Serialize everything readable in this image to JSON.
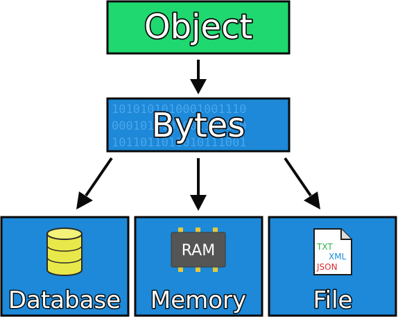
{
  "nodes": {
    "object": {
      "label": "Object"
    },
    "bytes": {
      "label": "Bytes",
      "binary_rows": [
        "1010101010001001110",
        "0001010101001110100",
        "1011011011010111001"
      ]
    },
    "database": {
      "label": "Database"
    },
    "memory": {
      "label": "Memory",
      "chip_text": "RAM"
    },
    "file": {
      "label": "File",
      "formats": [
        "TXT",
        "XML",
        "JSON"
      ]
    }
  },
  "colors": {
    "object_fill": "#1fd86f",
    "bytes_fill": "#1d89d8",
    "target_fill": "#1d89d8",
    "border": "#0a0a0a",
    "database_icon": "#e9e84a",
    "ram_chip": "#555555",
    "ram_pins": "#e6c73a",
    "format_txt": "#2ab34a",
    "format_xml": "#1d89d8",
    "format_json": "#d42a2a"
  }
}
